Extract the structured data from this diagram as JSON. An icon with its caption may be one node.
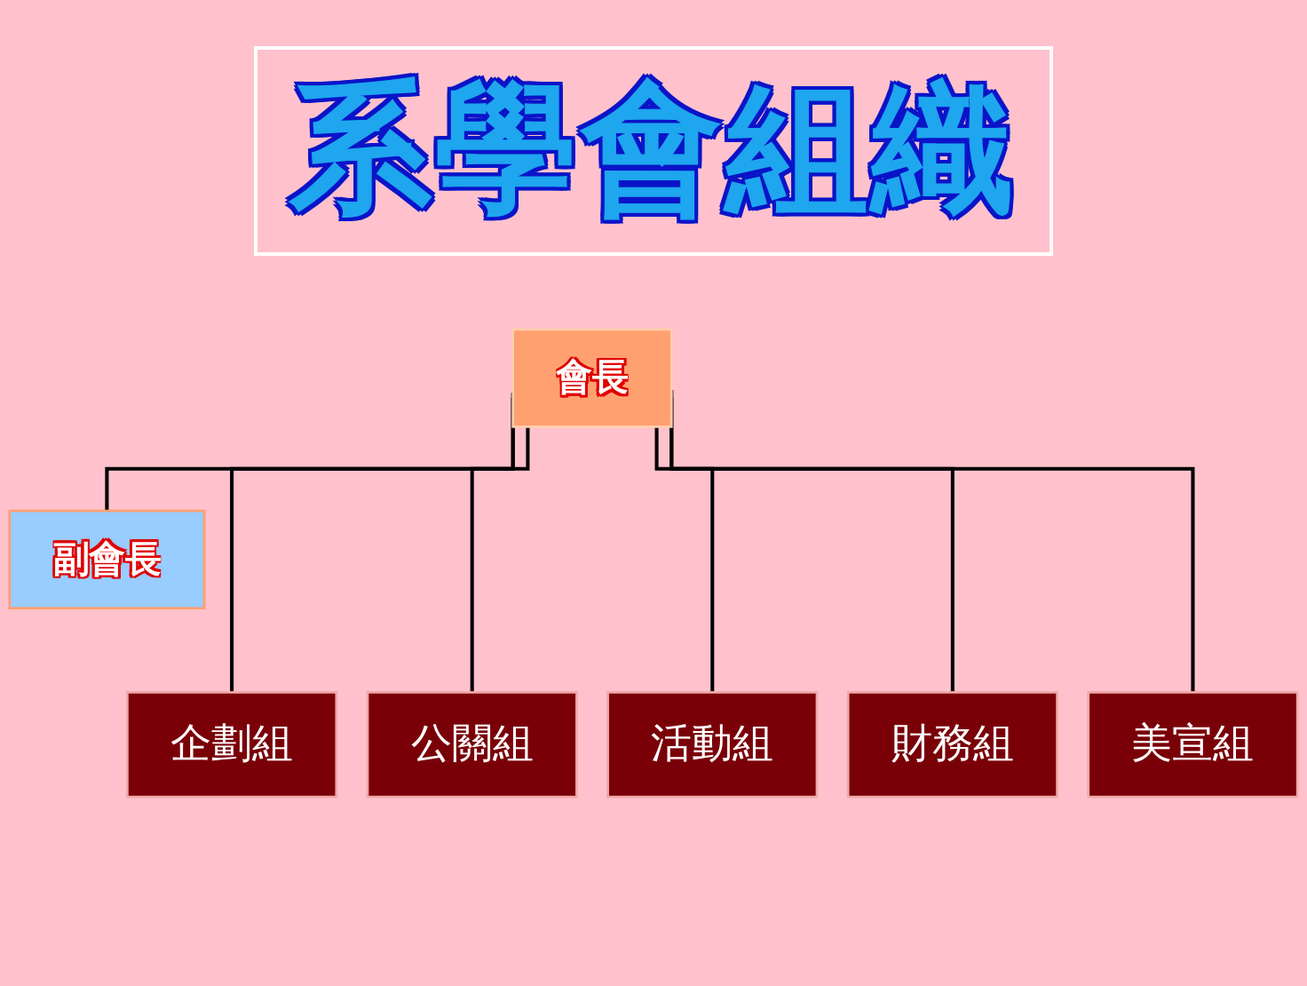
{
  "diagram": {
    "title": "系學會組織",
    "nodes": [
      {
        "text": [
          "會長"
        ]
      },
      {
        "text": [
          "副會長"
        ]
      },
      {
        "text": [
          "企劃組"
        ]
      },
      {
        "text": [
          "公關組"
        ]
      },
      {
        "text": [
          "活動組"
        ]
      },
      {
        "text": [
          "財務組"
        ]
      },
      {
        "text": [
          "美宣組"
        ]
      }
    ],
    "edges": [
      {
        "from": 0,
        "to": 1,
        "arrow": "none"
      },
      {
        "from": 0,
        "to": 2,
        "arrow": "none"
      },
      {
        "from": 0,
        "to": 3,
        "arrow": "none"
      },
      {
        "from": 0,
        "to": 4,
        "arrow": "none"
      },
      {
        "from": 0,
        "to": 5,
        "arrow": "none"
      },
      {
        "from": 0,
        "to": 6,
        "arrow": "none"
      }
    ]
  }
}
